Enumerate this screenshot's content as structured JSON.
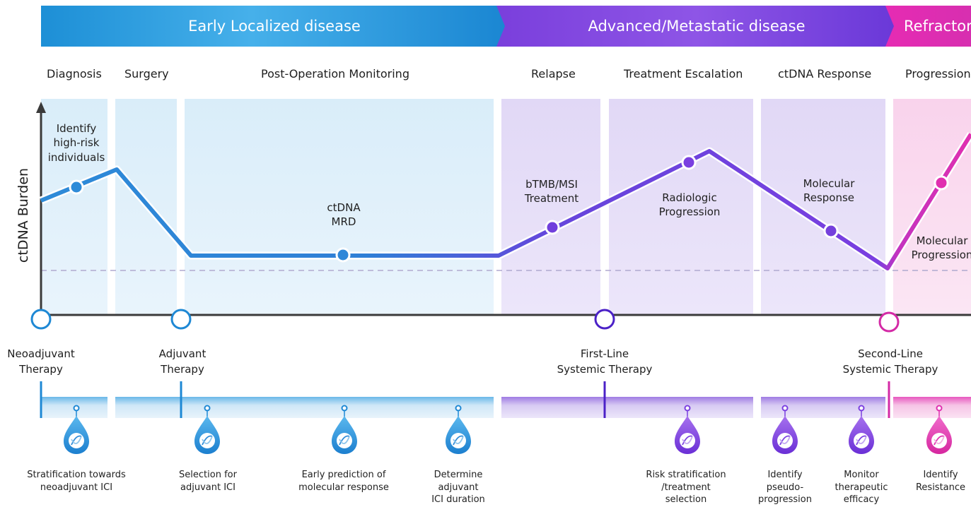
{
  "phases": {
    "early": "Early Localized disease",
    "advanced": "Advanced/Metastatic disease",
    "refractory": "Refractory"
  },
  "stages": [
    "Diagnosis",
    "Surgery",
    "Post-Operation Monitoring",
    "Relapse",
    "Treatment Escalation",
    "ctDNA Response",
    "Progression"
  ],
  "y_axis_label": "ctDNA Burden",
  "annotations": [
    [
      "Identify",
      "high-risk",
      "individuals"
    ],
    [
      "ctDNA",
      "MRD"
    ],
    [
      "bTMB/MSI",
      "Treatment"
    ],
    [
      "Radiologic",
      "Progression"
    ],
    [
      "Molecular",
      "Response"
    ],
    [
      "Molecular",
      "Progression"
    ]
  ],
  "therapies": [
    [
      "Neoadjuvant",
      "Therapy"
    ],
    [
      "Adjuvant",
      "Therapy"
    ],
    [
      "First-Line",
      "Systemic Therapy"
    ],
    [
      "Second-Line",
      "Systemic Therapy"
    ]
  ],
  "use_cases": [
    [
      "Stratification towards",
      "neoadjuvant ICI"
    ],
    [
      "Selection for",
      "adjuvant ICI"
    ],
    [
      "Early prediction of",
      "molecular response"
    ],
    [
      "Determine",
      "adjuvant",
      "ICI duration"
    ],
    [
      "Risk stratification",
      "/treatment",
      "selection"
    ],
    [
      "Identify",
      "pseudo-",
      "progression"
    ],
    [
      "Monitor",
      "therapeutic",
      "efficacy"
    ],
    [
      "Identify",
      "Resistance"
    ]
  ],
  "icons": {
    "use_case_marker": "dna-droplet-icon",
    "timeline_event": "circle-marker-icon"
  },
  "colors": {
    "early_blue": "#1e88d4",
    "advanced_purple": "#7b3fe0",
    "refractory_pink": "#e030b0",
    "axis": "#3a3a3a",
    "threshold": "#b0a9cf"
  }
}
